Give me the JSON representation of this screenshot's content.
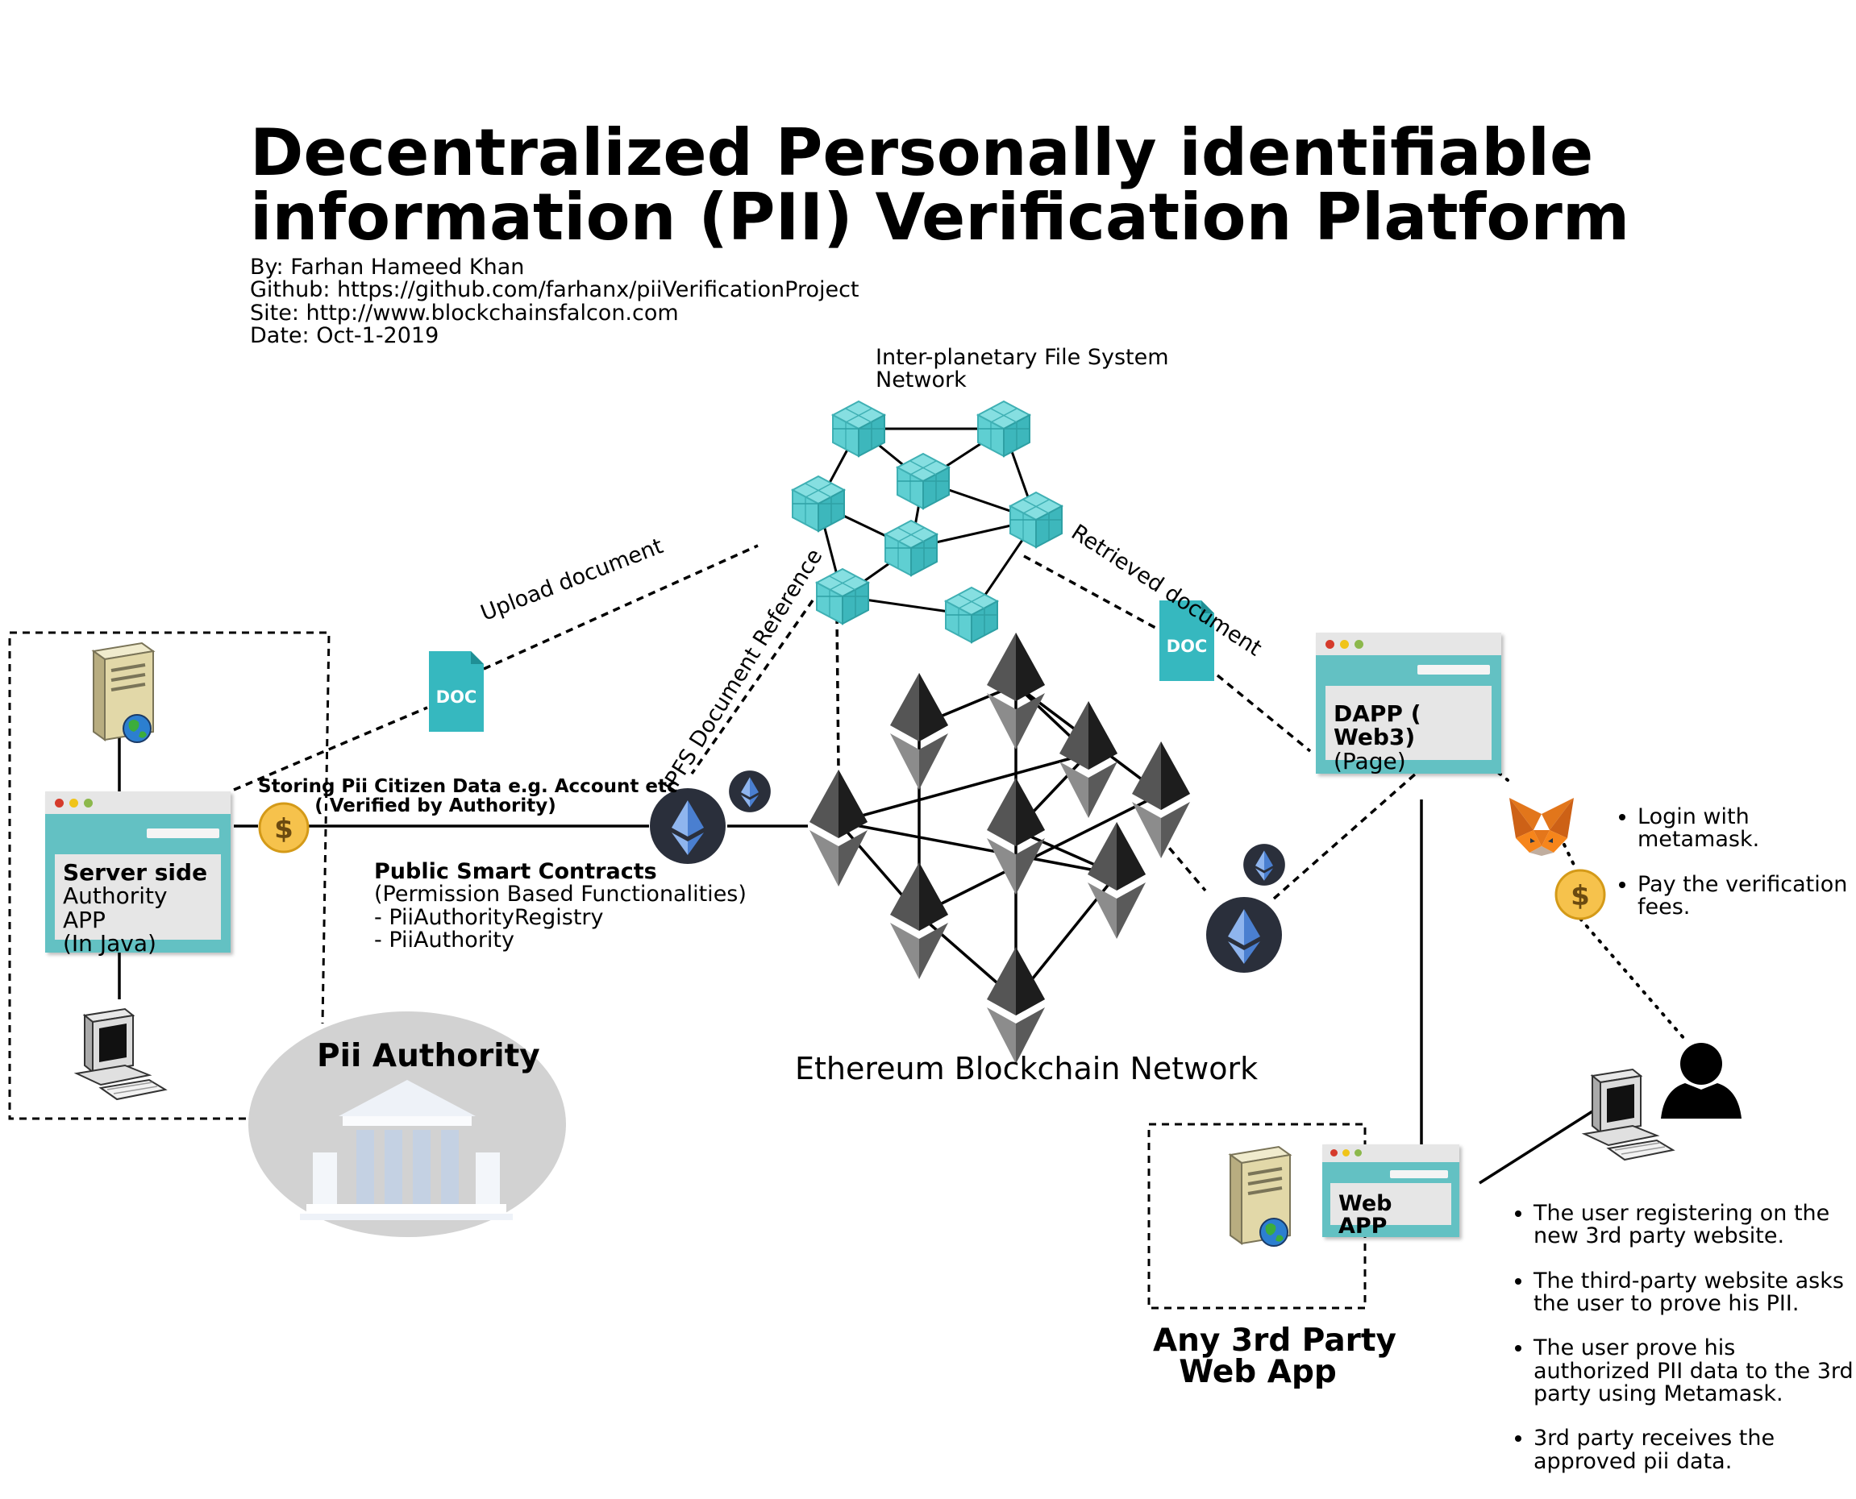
{
  "title": {
    "line1": "Decentralized Personally identifiable",
    "line2": "information (PII) Verification Platform"
  },
  "meta": {
    "by": "By: Farhan Hameed Khan",
    "github": "Github: https://github.com/farhanx/piiVerificationProject",
    "site": "Site: http://www.blockchainsfalcon.com",
    "date": "Date: Oct-1-2019"
  },
  "ipfs": {
    "label_line1": "Inter-planetary File System",
    "label_line2": "Network"
  },
  "edges": {
    "upload": "Upload document",
    "retrieved": "Retrieved  document",
    "ipfs_ref": "IPFS Document Reference",
    "storing_line1": "Storing Pii Citizen Data e.g. Account etc",
    "storing_line2": "( Verified by Authority)"
  },
  "doc_icon_label": "DOC",
  "coin_symbol": "$",
  "contracts": {
    "heading": "Public Smart Contracts",
    "line1": "(Permission Based Functionalities)",
    "line2": "- PiiAuthorityRegistry",
    "line3": "- PiiAuthority"
  },
  "ethereum_label": "Ethereum Blockchain Network",
  "server_app": {
    "line1": "Server side",
    "line2": "Authority APP",
    "line3": "(In Java)"
  },
  "pii_authority": "Pii Authority",
  "dapp": {
    "line1": "DAPP ( Web3)",
    "line2": "(Page)"
  },
  "metamask_bullets": [
    "Login with metamask.",
    "Pay the verification fees."
  ],
  "web_app": "Web APP",
  "third_party": {
    "line1": "Any 3rd Party",
    "line2": "Web App"
  },
  "flow_bullets": [
    "The user registering on the new 3rd party website.",
    "The third-party website asks the user to prove his PII.",
    "The user prove his authorized PII data to the 3rd party using Metamask.",
    "3rd party receives the approved pii data."
  ],
  "colors": {
    "teal": "#63c1c3",
    "teal_dark": "#2ea6ab",
    "eth_dark": "#2a2f3b",
    "eth_blue": "#5b8fd8",
    "coin": "#f6c24c",
    "grey_ellipse": "#d2d2d2"
  },
  "icons": [
    "server-icon",
    "computer-icon",
    "user-icon",
    "metamask-fox-icon",
    "bank-building-icon",
    "globe-icon",
    "ethereum-coin-icon",
    "doc-file-icon",
    "dollar-coin-icon",
    "ipfs-cube-icon"
  ]
}
